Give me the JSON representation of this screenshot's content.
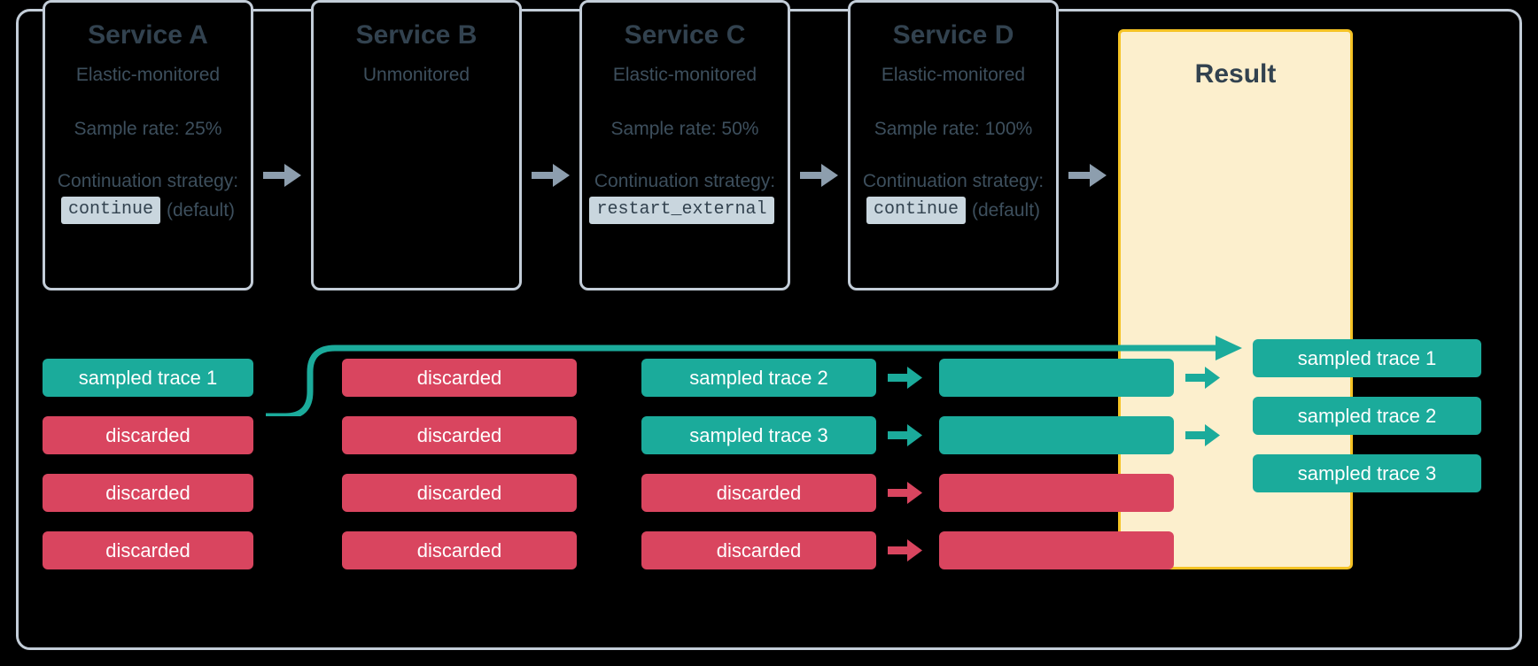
{
  "diagram": {
    "title": "Distributed tracing sampling across services",
    "colors": {
      "background": "#000000",
      "frame_border": "#c3cdd8",
      "card_border": "#c3cdd8",
      "card_title_text": "#32424f",
      "card_body_text": "#3d4f5d",
      "code_badge_bg": "#c9d6de",
      "sampled_teal": "#1bab9b",
      "discarded_red": "#d9455f",
      "result_bg": "#fcefcd",
      "result_border": "#f5c325",
      "grey_arrow": "#8d9eae"
    }
  },
  "services": [
    {
      "name": "Service A",
      "monitoring": "Elastic-monitored",
      "sample_rate": "Sample rate: 25%",
      "continuation_label": "Continuation strategy:",
      "continuation_value": "continue",
      "continuation_note": "(default)"
    },
    {
      "name": "Service B",
      "monitoring": "Unmonitored",
      "sample_rate": "",
      "continuation_label": "",
      "continuation_value": "",
      "continuation_note": ""
    },
    {
      "name": "Service C",
      "monitoring": "Elastic-monitored",
      "sample_rate": "Sample rate: 50%",
      "continuation_label": "Continuation strategy:",
      "continuation_value": "restart_external",
      "continuation_note": ""
    },
    {
      "name": "Service D",
      "monitoring": "Elastic-monitored",
      "sample_rate": "Sample rate: 100%",
      "continuation_label": "Continuation strategy:",
      "continuation_value": "continue",
      "continuation_note": "(default)"
    }
  ],
  "result": {
    "title": "Result",
    "bars": [
      {
        "label": "sampled trace 1",
        "state": "sampled"
      },
      {
        "label": "sampled trace 2",
        "state": "sampled"
      },
      {
        "label": "sampled trace 3",
        "state": "sampled"
      }
    ]
  },
  "columns": [
    {
      "service": "Service A",
      "bars": [
        {
          "label": "sampled trace 1",
          "state": "sampled"
        },
        {
          "label": "discarded",
          "state": "discarded"
        },
        {
          "label": "discarded",
          "state": "discarded"
        },
        {
          "label": "discarded",
          "state": "discarded"
        }
      ]
    },
    {
      "service": "Service B",
      "bars": [
        {
          "label": "discarded",
          "state": "discarded"
        },
        {
          "label": "discarded",
          "state": "discarded"
        },
        {
          "label": "discarded",
          "state": "discarded"
        },
        {
          "label": "discarded",
          "state": "discarded"
        }
      ]
    },
    {
      "service": "Service C",
      "bars": [
        {
          "label": "sampled trace 2",
          "state": "sampled"
        },
        {
          "label": "sampled trace 3",
          "state": "sampled"
        },
        {
          "label": "discarded",
          "state": "discarded"
        },
        {
          "label": "discarded",
          "state": "discarded"
        }
      ]
    },
    {
      "service": "Service D",
      "bars": [
        {
          "label": "",
          "state": "sampled"
        },
        {
          "label": "",
          "state": "sampled"
        },
        {
          "label": "",
          "state": "discarded"
        },
        {
          "label": "",
          "state": "discarded"
        }
      ]
    }
  ],
  "flow_arrows": {
    "service_chain": [
      "A-to-B",
      "B-to-C",
      "C-to-D",
      "D-to-Result"
    ],
    "c_to_d": [
      "sampled",
      "sampled",
      "discarded",
      "discarded"
    ],
    "d_to_result": [
      "sampled",
      "sampled"
    ],
    "a_to_result_curve": "sampled trace 1"
  }
}
